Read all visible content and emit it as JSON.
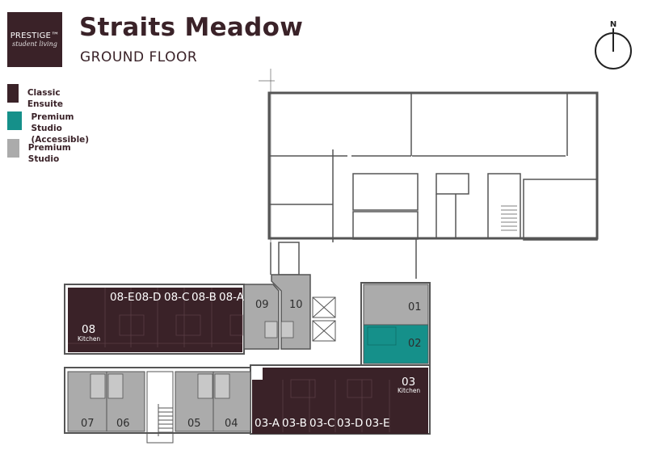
{
  "header": {
    "logo": {
      "brand": "PRESTIGE™",
      "tagline": "student living"
    },
    "title": "Straits Meadow",
    "subtitle": "GROUND FLOOR"
  },
  "legend": [
    {
      "label": "Classic Ensuite",
      "color": "#3a2228"
    },
    {
      "label": "Premium Studio",
      "label2": "(Accessible)",
      "color": "#15908a"
    },
    {
      "label": "Premium Studio",
      "color": "#ababab"
    }
  ],
  "compass": {
    "label": "N"
  },
  "colors": {
    "classic_ensuite": "#3a2228",
    "premium_accessible": "#15908a",
    "premium_studio": "#ababab",
    "wall": "#555555"
  },
  "rooms": {
    "r08E": "08-E",
    "r08D": "08-D",
    "r08C": "08-C",
    "r08B": "08-B",
    "r08A": "08-A",
    "r08": "08",
    "r08_sub": "Kitchen",
    "r09": "09",
    "r10": "10",
    "r01": "01",
    "r02": "02",
    "r03": "03",
    "r03_sub": "Kitchen",
    "r03A": "03-A",
    "r03B": "03-B",
    "r03C": "03-C",
    "r03D": "03-D",
    "r03E": "03-E",
    "r07": "07",
    "r06": "06",
    "r05": "05",
    "r04": "04"
  }
}
